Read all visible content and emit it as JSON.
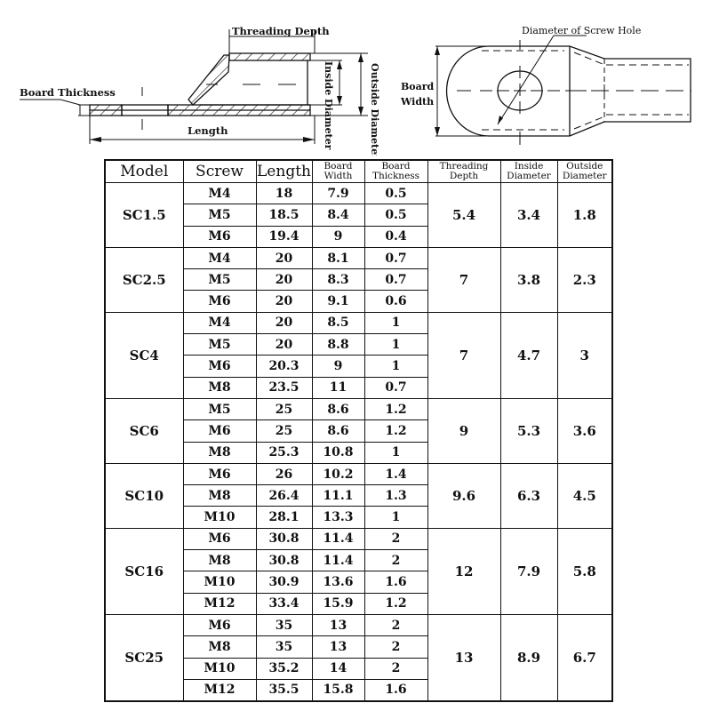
{
  "diagrams": {
    "side_view": {
      "labels": {
        "threading_depth": "Threading Depth",
        "board_thickness": "Board Thickness",
        "length": "Length",
        "inside_diameter": "Inside Diameter",
        "outside_diameter": "Outside Diameter"
      }
    },
    "top_view": {
      "labels": {
        "diameter_of_screw_hole": "Diameter of Screw Hole",
        "board_width_line1": "Board",
        "board_width_line2": "Width"
      }
    }
  },
  "table": {
    "headers": {
      "model": "Model",
      "screw": "Screw",
      "length": "Length",
      "board_width_1": "Board",
      "board_width_2": "Width",
      "board_thickness_1": "Board",
      "board_thickness_2": "Thickness",
      "threading_depth_1": "Threading",
      "threading_depth_2": "Depth",
      "inside_diameter_1": "Inside",
      "inside_diameter_2": "Diameter",
      "outside_diameter_1": "Outside",
      "outside_diameter_2": "Diameter"
    },
    "groups": [
      {
        "model": "SC1.5",
        "threading_depth": "5.4",
        "inside_diameter": "3.4",
        "outside_diameter": "1.8",
        "rows": [
          {
            "screw": "M4",
            "length": "18",
            "board_width": "7.9",
            "board_thickness": "0.5"
          },
          {
            "screw": "M5",
            "length": "18.5",
            "board_width": "8.4",
            "board_thickness": "0.5"
          },
          {
            "screw": "M6",
            "length": "19.4",
            "board_width": "9",
            "board_thickness": "0.4"
          }
        ]
      },
      {
        "model": "SC2.5",
        "threading_depth": "7",
        "inside_diameter": "3.8",
        "outside_diameter": "2.3",
        "rows": [
          {
            "screw": "M4",
            "length": "20",
            "board_width": "8.1",
            "board_thickness": "0.7"
          },
          {
            "screw": "M5",
            "length": "20",
            "board_width": "8.3",
            "board_thickness": "0.7"
          },
          {
            "screw": "M6",
            "length": "20",
            "board_width": "9.1",
            "board_thickness": "0.6"
          }
        ]
      },
      {
        "model": "SC4",
        "threading_depth": "7",
        "inside_diameter": "4.7",
        "outside_diameter": "3",
        "rows": [
          {
            "screw": "M4",
            "length": "20",
            "board_width": "8.5",
            "board_thickness": "1"
          },
          {
            "screw": "M5",
            "length": "20",
            "board_width": "8.8",
            "board_thickness": "1"
          },
          {
            "screw": "M6",
            "length": "20.3",
            "board_width": "9",
            "board_thickness": "1"
          },
          {
            "screw": "M8",
            "length": "23.5",
            "board_width": "11",
            "board_thickness": "0.7"
          }
        ]
      },
      {
        "model": "SC6",
        "threading_depth": "9",
        "inside_diameter": "5.3",
        "outside_diameter": "3.6",
        "rows": [
          {
            "screw": "M5",
            "length": "25",
            "board_width": "8.6",
            "board_thickness": "1.2"
          },
          {
            "screw": "M6",
            "length": "25",
            "board_width": "8.6",
            "board_thickness": "1.2"
          },
          {
            "screw": "M8",
            "length": "25.3",
            "board_width": "10.8",
            "board_thickness": "1"
          }
        ]
      },
      {
        "model": "SC10",
        "threading_depth": "9.6",
        "inside_diameter": "6.3",
        "outside_diameter": "4.5",
        "rows": [
          {
            "screw": "M6",
            "length": "26",
            "board_width": "10.2",
            "board_thickness": "1.4"
          },
          {
            "screw": "M8",
            "length": "26.4",
            "board_width": "11.1",
            "board_thickness": "1.3"
          },
          {
            "screw": "M10",
            "length": "28.1",
            "board_width": "13.3",
            "board_thickness": "1"
          }
        ]
      },
      {
        "model": "SC16",
        "threading_depth": "12",
        "inside_diameter": "7.9",
        "outside_diameter": "5.8",
        "rows": [
          {
            "screw": "M6",
            "length": "30.8",
            "board_width": "11.4",
            "board_thickness": "2"
          },
          {
            "screw": "M8",
            "length": "30.8",
            "board_width": "11.4",
            "board_thickness": "2"
          },
          {
            "screw": "M10",
            "length": "30.9",
            "board_width": "13.6",
            "board_thickness": "1.6"
          },
          {
            "screw": "M12",
            "length": "33.4",
            "board_width": "15.9",
            "board_thickness": "1.2"
          }
        ]
      },
      {
        "model": "SC25",
        "threading_depth": "13",
        "inside_diameter": "8.9",
        "outside_diameter": "6.7",
        "rows": [
          {
            "screw": "M6",
            "length": "35",
            "board_width": "13",
            "board_thickness": "2"
          },
          {
            "screw": "M8",
            "length": "35",
            "board_width": "13",
            "board_thickness": "2"
          },
          {
            "screw": "M10",
            "length": "35.2",
            "board_width": "14",
            "board_thickness": "2"
          },
          {
            "screw": "M12",
            "length": "35.5",
            "board_width": "15.8",
            "board_thickness": "1.6"
          }
        ]
      }
    ]
  }
}
